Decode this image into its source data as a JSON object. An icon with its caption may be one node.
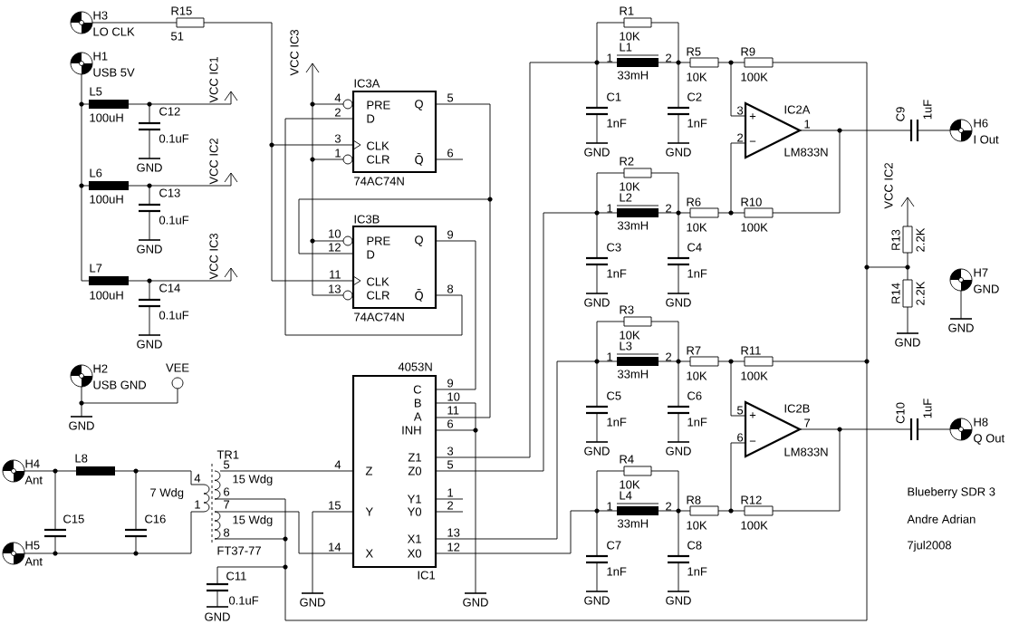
{
  "diagram": {
    "labels": [
      "H3",
      "LO CLK",
      "R15",
      "51",
      "H1",
      "USB 5V",
      "VCC IC3",
      "VCC IC1",
      "L5",
      "100uH",
      "C12",
      "0.1uF",
      "GND",
      "IC3A",
      "4",
      "2",
      "3",
      "1",
      "PRE",
      "D",
      "CLK",
      "CLR",
      "Q",
      "Q̄",
      "5",
      "6",
      "74AC74N",
      "VCC IC2",
      "L6",
      "100uH",
      "C13",
      "0.1uF",
      "GND",
      "IC3B",
      "10",
      "12",
      "11",
      "13",
      "PRE",
      "D",
      "CLK",
      "CLR",
      "Q",
      "Q̄",
      "9",
      "8",
      "74AC74N",
      "VCC IC3",
      "L7",
      "100uH",
      "C14",
      "0.1uF",
      "GND",
      "H2",
      "USB GND",
      "VEE",
      "GND",
      "4053N",
      "C",
      "B",
      "A",
      "INH",
      "Z1",
      "Z0",
      "Y1",
      "Y0",
      "X1",
      "X0",
      "Z",
      "Y",
      "X",
      "9",
      "10",
      "11",
      "6",
      "3",
      "5",
      "1",
      "2",
      "13",
      "12",
      "4",
      "15",
      "14",
      "IC1",
      "GND",
      "GND",
      "H4",
      "Ant",
      "L8",
      "TR1",
      "5",
      "4",
      "15 Wdg",
      "7 Wdg",
      "6",
      "1",
      "7",
      "15 Wdg",
      "8",
      "C15",
      "C16",
      "H5",
      "Ant",
      "FT37-77",
      "C11",
      "0.1uF",
      "GND",
      "R1",
      "10K",
      "L1",
      "1",
      "2",
      "33mH",
      "R5",
      "10K",
      "R9",
      "100K",
      "C1",
      "1nF",
      "GND",
      "C2",
      "1nF",
      "GND",
      "3",
      "IC2A",
      "2",
      "1",
      "LM833N",
      "C9",
      "1uF",
      "H6",
      "I Out",
      "R2",
      "10K",
      "L2",
      "1",
      "2",
      "33mH",
      "R6",
      "10K",
      "R10",
      "100K",
      "VCC IC2",
      "C3",
      "1nF",
      "GND",
      "C4",
      "1nF",
      "GND",
      "R13",
      "2.2K",
      "H7",
      "GND",
      "R14",
      "2.2K",
      "GND",
      "GND",
      "R3",
      "10K",
      "L3",
      "1",
      "2",
      "33mH",
      "R7",
      "10K",
      "R11",
      "100K",
      "C5",
      "1nF",
      "GND",
      "C6",
      "1nF",
      "GND",
      "5",
      "IC2B",
      "6",
      "7",
      "LM833N",
      "C10",
      "1uF",
      "H8",
      "Q Out",
      "R4",
      "10K",
      "L4",
      "1",
      "2",
      "33mH",
      "R8",
      "10K",
      "R12",
      "100K",
      "Blueberry SDR 3",
      "C7",
      "1nF",
      "GND",
      "C8",
      "1nF",
      "GND",
      "Andre Adrian",
      "7jul2008",
      "+",
      "−",
      "+",
      "−"
    ]
  }
}
